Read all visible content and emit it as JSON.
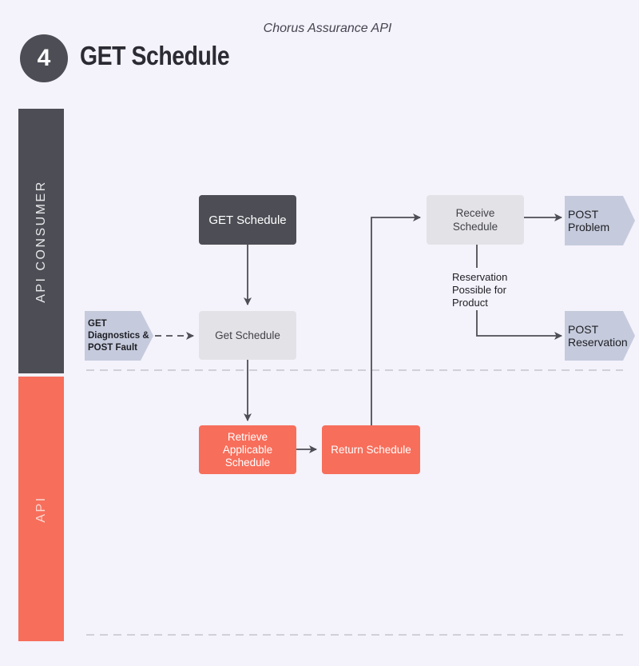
{
  "header": {
    "subtitle": "Chorus Assurance API",
    "step_number": "4",
    "title": "GET Schedule"
  },
  "lanes": {
    "consumer": "API CONSUMER",
    "api": "API"
  },
  "nodes": {
    "get_schedule_start": "GET Schedule",
    "get_schedule": "Get Schedule",
    "retrieve_schedule": "Retrieve\nApplicable\nSchedule",
    "return_schedule": "Return Schedule",
    "receive_schedule": "Receive\nSchedule"
  },
  "tags": {
    "get_diagnostics": "GET\nDiagnostics &\nPOST Fault",
    "post_problem": "POST\nProblem",
    "post_reservation": "POST\nReservation"
  },
  "condition": "Reservation\nPossible for\nProduct",
  "colors": {
    "dark": "#4d4e55",
    "light": "#e3e3e7",
    "api_red": "#f76e5b",
    "tag_blue": "#c5cbdc",
    "background": "#f4f2fb"
  }
}
